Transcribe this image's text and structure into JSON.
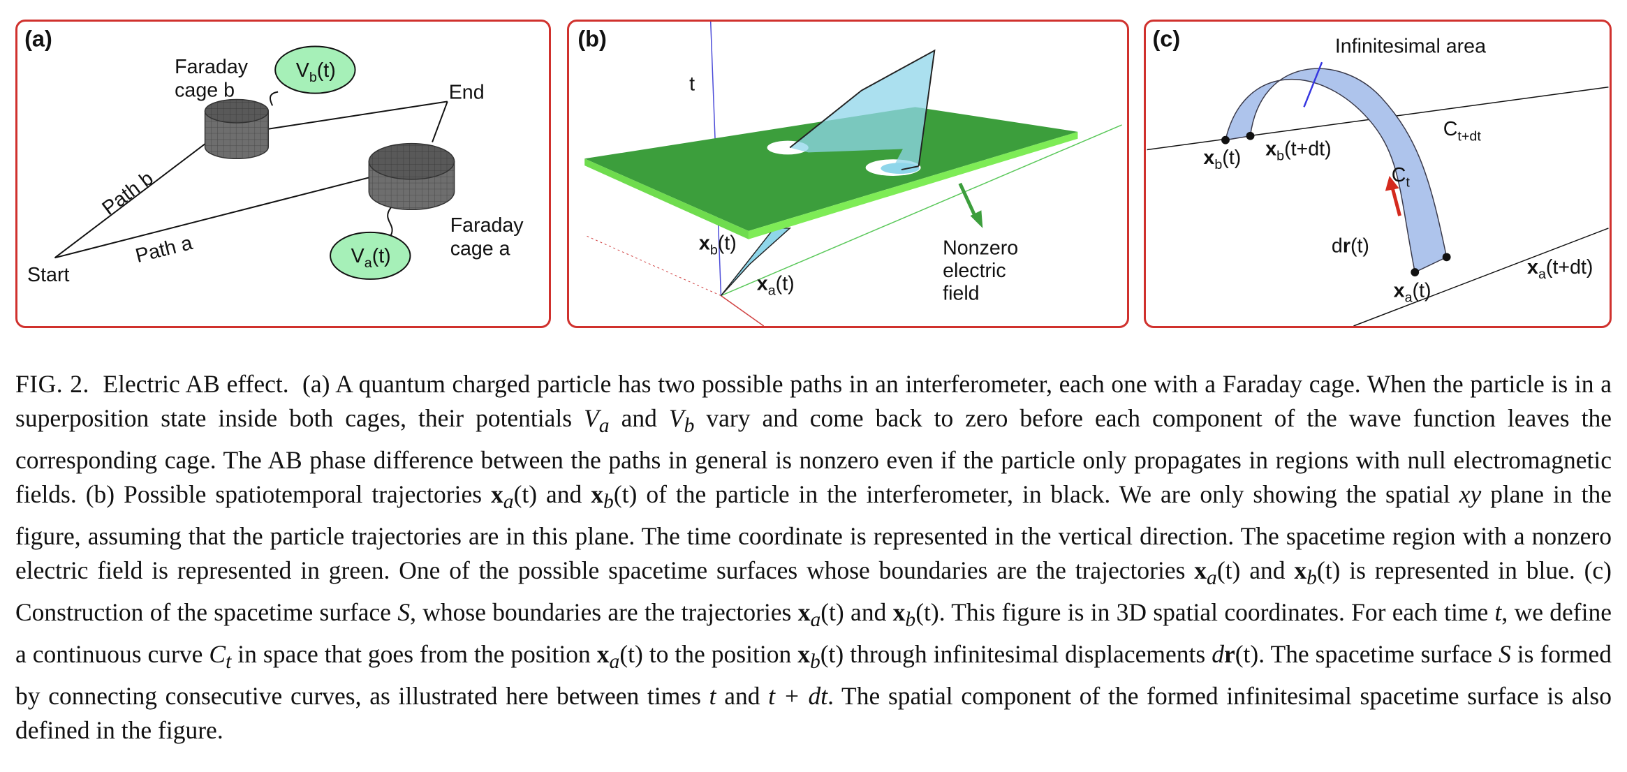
{
  "panel_a": {
    "label": "(a)",
    "cage_b_line1": "Faraday",
    "cage_b_line2": "cage b",
    "cage_a_line1": "Faraday",
    "cage_a_line2": "cage a",
    "vb_main": "V",
    "vb_sub": "b",
    "vb_tail": "(t)",
    "va_main": "V",
    "va_sub": "a",
    "va_tail": "(t)",
    "end": "End",
    "start": "Start",
    "path_a": "Path a",
    "path_b": "Path b"
  },
  "panel_b": {
    "label": "(b)",
    "t_axis": "t",
    "xb_main": "x",
    "xb_sub": "b",
    "xb_tail": "(t)",
    "xa_main": "x",
    "xa_sub": "a",
    "xa_tail": "(t)",
    "field_line1": "Nonzero",
    "field_line2": "electric",
    "field_line3": "field"
  },
  "panel_c": {
    "label": "(c)",
    "infinitesimal_area": "Infinitesimal area",
    "ctdt_main": "C",
    "ctdt_sub": "t+dt",
    "ct_main": "C",
    "ct_sub": "t",
    "dr_pre": "d",
    "dr_bold": "r",
    "dr_tail": "(t)",
    "xb_main": "x",
    "xb_sub": "b",
    "xb_tail": "(t)",
    "xb_dt_tail": "(t+dt)",
    "xa_main": "x",
    "xa_sub": "a",
    "xa_tail": "(t)",
    "xa_dt_tail": "(t+dt)"
  },
  "caption": {
    "figure_label": "FIG. 2.",
    "title": "Electric AB effect.",
    "s1": "(a) A quantum charged particle has two possible paths in an interferometer, each one with a Faraday cage. When the particle is in a superposition state inside both cages, their potentials ",
    "s2": " vary and come back to zero before each component of the wave function leaves the corresponding cage. The AB phase difference between the paths in general is nonzero even if the particle only propagates in regions with null electromagnetic fields. (b) Possible spatiotemporal trajectories ",
    "s3": " of the particle in the interferometer, in black. We are only showing the spatial ",
    "s4": " plane in the figure, assuming that the particle trajectories are in this plane. The time coordinate is represented in the vertical direction. The spacetime region with a nonzero electric field is represented in green. One of the possible spacetime surfaces whose boundaries are the trajectories ",
    "s5": " is represented in blue. (c) Construction of the spacetime surface ",
    "s6": ", whose boundaries are the trajectories ",
    "s7": ". This figure is in 3D spatial coordinates. For each time ",
    "s8": ", we define a continuous curve ",
    "s9": " in space that goes from the position ",
    "s10": " to the position ",
    "s11": " through infinitesimal displacements ",
    "s12": ". The spacetime surface ",
    "s13": " is formed by connecting consecutive curves, as illustrated here between times ",
    "s14": ". The spatial component of the formed infinitesimal spacetime surface is also defined in the figure.",
    "and": " and ",
    "V": "V",
    "a": "a",
    "b": "b",
    "x": "x",
    "t": "t",
    "paren_t": "(t)",
    "xy": "xy",
    "S": "S",
    "C": "C",
    "d": "d",
    "r": "r",
    "t_plus_dt": "t + dt"
  },
  "colors": {
    "panel_border": "#d0312d",
    "potential_bubble": "#a6f0b8",
    "field_green": "#3c9e3c",
    "surface_blue": "#8fd6ea",
    "ribbon_blue": "#aec4ec",
    "arrow_red": "#d42a1e"
  }
}
